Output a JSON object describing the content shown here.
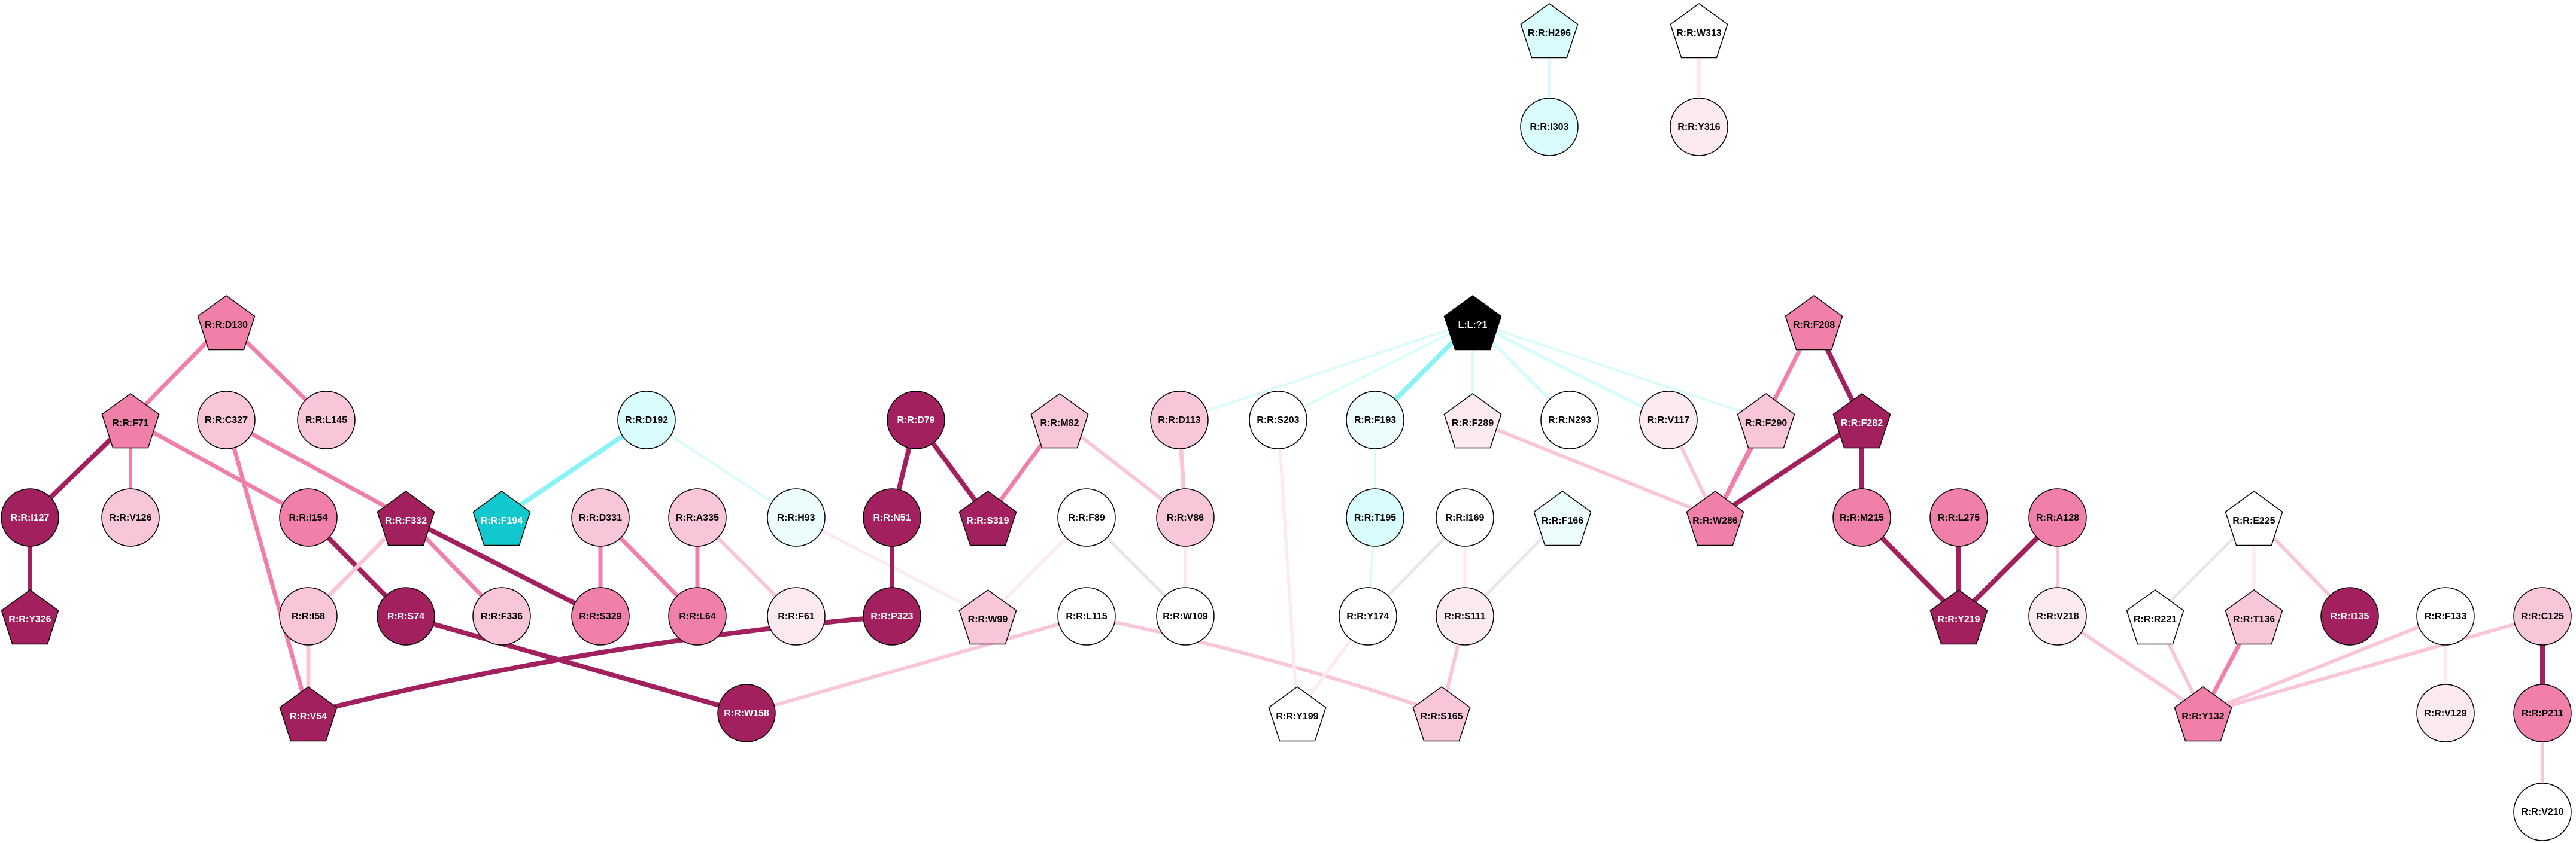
{
  "palette": {
    "dark": "#a2205e",
    "medium": "#f080aa",
    "light": "#f9c6d9",
    "pale": "#fdeaf1",
    "white": "#ffffff",
    "black": "#000000",
    "teal": "#12c8cf",
    "cyan": "#d9fcfc",
    "ghost": "#edfdfd",
    "edge_cyan": "#8bf2f5",
    "edge_cyan_light": "#d9fbfc",
    "edge_grey": "#e6e6e6"
  },
  "nodes": [
    {
      "id": "H296",
      "label": "R:R:H296",
      "shape": "pentagon",
      "fill": "cyan"
    },
    {
      "id": "W313",
      "label": "R:R:W313",
      "shape": "pentagon",
      "fill": "white"
    },
    {
      "id": "I303",
      "label": "R:R:I303",
      "shape": "circle",
      "fill": "cyan"
    },
    {
      "id": "Y316",
      "label": "R:R:Y316",
      "shape": "circle",
      "fill": "pale"
    },
    {
      "id": "D130",
      "label": "R:R:D130",
      "shape": "pentagon",
      "fill": "medium"
    },
    {
      "id": "L71",
      "label": "L:L:?1",
      "shape": "pentagon",
      "fill": "black"
    },
    {
      "id": "F208",
      "label": "R:R:F208",
      "shape": "pentagon",
      "fill": "medium"
    },
    {
      "id": "F71",
      "label": "R:R:F71",
      "shape": "pentagon",
      "fill": "medium"
    },
    {
      "id": "C327",
      "label": "R:R:C327",
      "shape": "circle",
      "fill": "light"
    },
    {
      "id": "L145",
      "label": "R:R:L145",
      "shape": "circle",
      "fill": "light"
    },
    {
      "id": "D192",
      "label": "R:R:D192",
      "shape": "circle",
      "fill": "cyan"
    },
    {
      "id": "D79",
      "label": "R:R:D79",
      "shape": "circle",
      "fill": "dark"
    },
    {
      "id": "M82",
      "label": "R:R:M82",
      "shape": "pentagon",
      "fill": "light"
    },
    {
      "id": "D113",
      "label": "R:R:D113",
      "shape": "circle",
      "fill": "light"
    },
    {
      "id": "S203",
      "label": "R:R:S203",
      "shape": "circle",
      "fill": "white"
    },
    {
      "id": "F193",
      "label": "R:R:F193",
      "shape": "circle",
      "fill": "ghost"
    },
    {
      "id": "F289",
      "label": "R:R:F289",
      "shape": "pentagon",
      "fill": "pale"
    },
    {
      "id": "N293",
      "label": "R:R:N293",
      "shape": "circle",
      "fill": "white"
    },
    {
      "id": "V117",
      "label": "R:R:V117",
      "shape": "circle",
      "fill": "pale"
    },
    {
      "id": "F290",
      "label": "R:R:F290",
      "shape": "pentagon",
      "fill": "light"
    },
    {
      "id": "F282",
      "label": "R:R:F282",
      "shape": "pentagon",
      "fill": "dark"
    },
    {
      "id": "I127",
      "label": "R:R:I127",
      "shape": "circle",
      "fill": "dark"
    },
    {
      "id": "V126",
      "label": "R:R:V126",
      "shape": "circle",
      "fill": "light"
    },
    {
      "id": "I154",
      "label": "R:R:I154",
      "shape": "circle",
      "fill": "medium"
    },
    {
      "id": "F332",
      "label": "R:R:F332",
      "shape": "pentagon",
      "fill": "dark"
    },
    {
      "id": "F194",
      "label": "R:R:F194",
      "shape": "pentagon",
      "fill": "teal"
    },
    {
      "id": "D331",
      "label": "R:R:D331",
      "shape": "circle",
      "fill": "light"
    },
    {
      "id": "A335",
      "label": "R:R:A335",
      "shape": "circle",
      "fill": "light"
    },
    {
      "id": "H93",
      "label": "R:R:H93",
      "shape": "circle",
      "fill": "ghost"
    },
    {
      "id": "N51",
      "label": "R:R:N51",
      "shape": "circle",
      "fill": "dark"
    },
    {
      "id": "S319",
      "label": "R:R:S319",
      "shape": "pentagon",
      "fill": "dark"
    },
    {
      "id": "F89",
      "label": "R:R:F89",
      "shape": "circle",
      "fill": "white"
    },
    {
      "id": "V86",
      "label": "R:R:V86",
      "shape": "circle",
      "fill": "light"
    },
    {
      "id": "T195",
      "label": "R:R:T195",
      "shape": "circle",
      "fill": "cyan"
    },
    {
      "id": "I169",
      "label": "R:R:I169",
      "shape": "circle",
      "fill": "white"
    },
    {
      "id": "F166",
      "label": "R:R:F166",
      "shape": "pentagon",
      "fill": "ghost"
    },
    {
      "id": "W286",
      "label": "R:R:W286",
      "shape": "pentagon",
      "fill": "medium"
    },
    {
      "id": "M215",
      "label": "R:R:M215",
      "shape": "circle",
      "fill": "medium"
    },
    {
      "id": "L275",
      "label": "R:R:L275",
      "shape": "circle",
      "fill": "medium"
    },
    {
      "id": "A128",
      "label": "R:R:A128",
      "shape": "circle",
      "fill": "medium"
    },
    {
      "id": "E225",
      "label": "R:R:E225",
      "shape": "pentagon",
      "fill": "white"
    },
    {
      "id": "Y326",
      "label": "R:R:Y326",
      "shape": "pentagon",
      "fill": "dark"
    },
    {
      "id": "I58",
      "label": "R:R:I58",
      "shape": "circle",
      "fill": "light"
    },
    {
      "id": "S74",
      "label": "R:R:S74",
      "shape": "circle",
      "fill": "dark"
    },
    {
      "id": "F336",
      "label": "R:R:F336",
      "shape": "circle",
      "fill": "light"
    },
    {
      "id": "S329",
      "label": "R:R:S329",
      "shape": "circle",
      "fill": "medium"
    },
    {
      "id": "L64",
      "label": "R:R:L64",
      "shape": "circle",
      "fill": "medium"
    },
    {
      "id": "F61",
      "label": "R:R:F61",
      "shape": "circle",
      "fill": "pale"
    },
    {
      "id": "P323",
      "label": "R:R:P323",
      "shape": "circle",
      "fill": "dark"
    },
    {
      "id": "W99",
      "label": "R:R:W99",
      "shape": "pentagon",
      "fill": "light"
    },
    {
      "id": "L115",
      "label": "R:R:L115",
      "shape": "circle",
      "fill": "white"
    },
    {
      "id": "W109",
      "label": "R:R:W109",
      "shape": "circle",
      "fill": "white"
    },
    {
      "id": "Y174",
      "label": "R:R:Y174",
      "shape": "circle",
      "fill": "white"
    },
    {
      "id": "S111",
      "label": "R:R:S111",
      "shape": "circle",
      "fill": "pale"
    },
    {
      "id": "Y219",
      "label": "R:R:Y219",
      "shape": "pentagon",
      "fill": "dark"
    },
    {
      "id": "V218",
      "label": "R:R:V218",
      "shape": "circle",
      "fill": "pale"
    },
    {
      "id": "R221",
      "label": "R:R:R221",
      "shape": "pentagon",
      "fill": "white"
    },
    {
      "id": "T136",
      "label": "R:R:T136",
      "shape": "pentagon",
      "fill": "light"
    },
    {
      "id": "I135",
      "label": "R:R:I135",
      "shape": "circle",
      "fill": "dark"
    },
    {
      "id": "F133",
      "label": "R:R:F133",
      "shape": "circle",
      "fill": "white"
    },
    {
      "id": "C125",
      "label": "R:R:C125",
      "shape": "circle",
      "fill": "light"
    },
    {
      "id": "V54",
      "label": "R:R:V54",
      "shape": "pentagon",
      "fill": "dark"
    },
    {
      "id": "W158",
      "label": "R:R:W158",
      "shape": "circle",
      "fill": "dark"
    },
    {
      "id": "Y199",
      "label": "R:R:Y199",
      "shape": "pentagon",
      "fill": "white"
    },
    {
      "id": "S165",
      "label": "R:R:S165",
      "shape": "pentagon",
      "fill": "light"
    },
    {
      "id": "Y132",
      "label": "R:R:Y132",
      "shape": "pentagon",
      "fill": "medium"
    },
    {
      "id": "V129",
      "label": "R:R:V129",
      "shape": "circle",
      "fill": "pale"
    },
    {
      "id": "P211",
      "label": "R:R:P211",
      "shape": "circle",
      "fill": "medium"
    },
    {
      "id": "V210",
      "label": "R:R:V210",
      "shape": "circle",
      "fill": "white"
    }
  ],
  "edges": [
    {
      "from": "H296",
      "to": "I303",
      "color": "edge_cyan_light",
      "width": 6
    },
    {
      "from": "W313",
      "to": "Y316",
      "color": "pale",
      "width": 6
    },
    {
      "from": "D130",
      "to": "F71",
      "color": "medium",
      "width": 7
    },
    {
      "from": "D130",
      "to": "L145",
      "color": "medium",
      "width": 7
    },
    {
      "from": "F71",
      "to": "I127",
      "color": "dark",
      "width": 8
    },
    {
      "from": "F71",
      "to": "V126",
      "color": "medium",
      "width": 6
    },
    {
      "from": "F71",
      "to": "I154",
      "color": "medium",
      "width": 7
    },
    {
      "from": "I127",
      "to": "Y326",
      "color": "dark",
      "width": 8
    },
    {
      "from": "C327",
      "to": "F332",
      "color": "medium",
      "width": 7
    },
    {
      "from": "C327",
      "to": "V54",
      "color": "medium",
      "width": 7
    },
    {
      "from": "I154",
      "to": "S74",
      "color": "dark",
      "width": 8
    },
    {
      "from": "F332",
      "to": "I58",
      "color": "light",
      "width": 7
    },
    {
      "from": "F332",
      "to": "F336",
      "color": "medium",
      "width": 7
    },
    {
      "from": "F332",
      "to": "S329",
      "color": "dark",
      "width": 8
    },
    {
      "from": "I58",
      "to": "V54",
      "color": "light",
      "width": 7
    },
    {
      "from": "S74",
      "to": "W158",
      "color": "dark",
      "width": 8
    },
    {
      "from": "D192",
      "to": "F194",
      "color": "edge_cyan",
      "width": 8
    },
    {
      "from": "D192",
      "to": "H93",
      "color": "edge_cyan_light",
      "width": 4
    },
    {
      "from": "D331",
      "to": "S329",
      "color": "medium",
      "width": 7
    },
    {
      "from": "D331",
      "to": "L64",
      "color": "medium",
      "width": 7
    },
    {
      "from": "A335",
      "to": "L64",
      "color": "medium",
      "width": 7
    },
    {
      "from": "A335",
      "to": "F61",
      "color": "light",
      "width": 6
    },
    {
      "from": "H93",
      "to": "W99",
      "color": "pale",
      "width": 5
    },
    {
      "from": "D79",
      "to": "N51",
      "color": "dark",
      "width": 8
    },
    {
      "from": "D79",
      "to": "S319",
      "color": "dark",
      "width": 8
    },
    {
      "from": "M82",
      "to": "S319",
      "color": "medium",
      "width": 7
    },
    {
      "from": "M82",
      "to": "V86",
      "color": "light",
      "width": 6
    },
    {
      "from": "N51",
      "to": "P323",
      "color": "dark",
      "width": 8
    },
    {
      "from": "P323",
      "to": "V54",
      "color": "dark",
      "width": 8,
      "curve": 40
    },
    {
      "from": "F89",
      "to": "W99",
      "color": "pale",
      "width": 5
    },
    {
      "from": "F89",
      "to": "W109",
      "color": "edge_grey",
      "width": 5
    },
    {
      "from": "D113",
      "to": "V86",
      "color": "light",
      "width": 7
    },
    {
      "from": "V86",
      "to": "W109",
      "color": "pale",
      "width": 5
    },
    {
      "from": "L115",
      "to": "W158",
      "color": "light",
      "width": 6
    },
    {
      "from": "L115",
      "to": "S165",
      "color": "light",
      "width": 6,
      "curve": -20
    },
    {
      "from": "S203",
      "to": "Y199",
      "color": "pale",
      "width": 5
    },
    {
      "from": "L71",
      "to": "D113",
      "color": "edge_cyan_light",
      "width": 4
    },
    {
      "from": "L71",
      "to": "S203",
      "color": "edge_cyan_light",
      "width": 4
    },
    {
      "from": "L71",
      "to": "F193",
      "color": "edge_cyan",
      "width": 8
    },
    {
      "from": "L71",
      "to": "F289",
      "color": "edge_cyan_light",
      "width": 4
    },
    {
      "from": "L71",
      "to": "N293",
      "color": "edge_cyan_light",
      "width": 6
    },
    {
      "from": "L71",
      "to": "V117",
      "color": "edge_cyan_light",
      "width": 6
    },
    {
      "from": "L71",
      "to": "F290",
      "color": "edge_cyan_light",
      "width": 4
    },
    {
      "from": "F193",
      "to": "T195",
      "color": "edge_cyan_light",
      "width": 4
    },
    {
      "from": "T195",
      "to": "Y174",
      "color": "edge_cyan_light",
      "width": 4
    },
    {
      "from": "I169",
      "to": "Y174",
      "color": "edge_grey",
      "width": 5
    },
    {
      "from": "I169",
      "to": "S111",
      "color": "pale",
      "width": 5
    },
    {
      "from": "Y174",
      "to": "Y199",
      "color": "pale",
      "width": 5
    },
    {
      "from": "F166",
      "to": "S111",
      "color": "edge_grey",
      "width": 5
    },
    {
      "from": "S111",
      "to": "S165",
      "color": "light",
      "width": 6
    },
    {
      "from": "F289",
      "to": "W286",
      "color": "light",
      "width": 6
    },
    {
      "from": "V117",
      "to": "W286",
      "color": "light",
      "width": 6
    },
    {
      "from": "F290",
      "to": "W286",
      "color": "medium",
      "width": 7
    },
    {
      "from": "F208",
      "to": "W286",
      "color": "medium",
      "width": 7
    },
    {
      "from": "F208",
      "to": "F282",
      "color": "dark",
      "width": 8
    },
    {
      "from": "F282",
      "to": "W286",
      "color": "dark",
      "width": 8
    },
    {
      "from": "F282",
      "to": "M215",
      "color": "dark",
      "width": 8
    },
    {
      "from": "M215",
      "to": "Y219",
      "color": "dark",
      "width": 8
    },
    {
      "from": "L275",
      "to": "Y219",
      "color": "dark",
      "width": 8
    },
    {
      "from": "A128",
      "to": "Y219",
      "color": "dark",
      "width": 8
    },
    {
      "from": "A128",
      "to": "V218",
      "color": "light",
      "width": 6
    },
    {
      "from": "V218",
      "to": "Y132",
      "color": "light",
      "width": 6
    },
    {
      "from": "E225",
      "to": "R221",
      "color": "edge_grey",
      "width": 5
    },
    {
      "from": "E225",
      "to": "T136",
      "color": "pale",
      "width": 5
    },
    {
      "from": "E225",
      "to": "I135",
      "color": "light",
      "width": 6
    },
    {
      "from": "R221",
      "to": "Y132",
      "color": "light",
      "width": 6
    },
    {
      "from": "T136",
      "to": "Y132",
      "color": "medium",
      "width": 7
    },
    {
      "from": "F133",
      "to": "Y132",
      "color": "light",
      "width": 6
    },
    {
      "from": "F133",
      "to": "V129",
      "color": "pale",
      "width": 5
    },
    {
      "from": "C125",
      "to": "Y132",
      "color": "light",
      "width": 6
    },
    {
      "from": "C125",
      "to": "P211",
      "color": "dark",
      "width": 8
    },
    {
      "from": "P211",
      "to": "V210",
      "color": "light",
      "width": 6
    }
  ]
}
